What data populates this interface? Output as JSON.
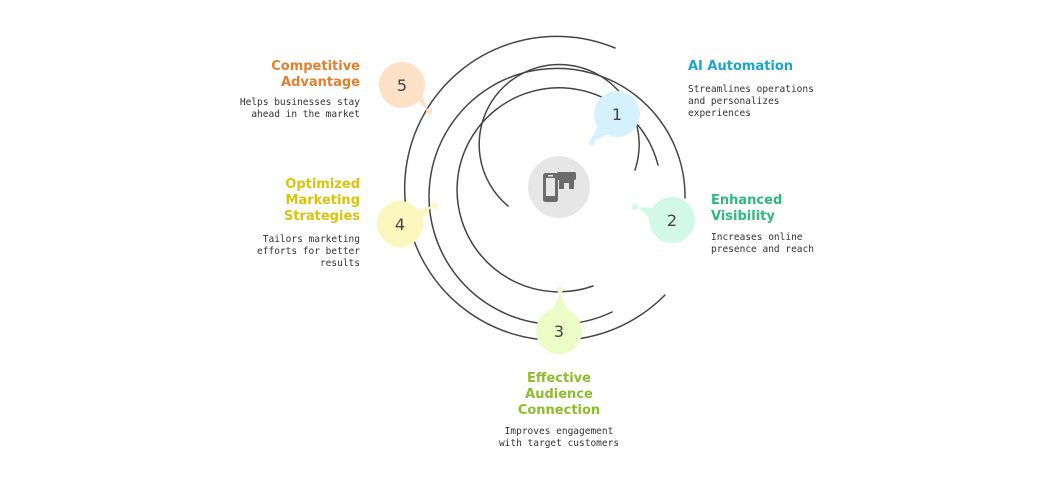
{
  "center_icon": "mobile-store-icon",
  "items": [
    {
      "number": "1",
      "title_lines": [
        "AI Automation"
      ],
      "desc_lines": [
        "Streamlines operations",
        "and personalizes",
        "experiences"
      ],
      "color": "#1aa5cf",
      "bubble_color": "#d5f1fb"
    },
    {
      "number": "2",
      "title_lines": [
        "Enhanced",
        "Visibility"
      ],
      "desc_lines": [
        "Increases online",
        "presence and reach"
      ],
      "color": "#2fba7b",
      "bubble_color": "#d2f8ea"
    },
    {
      "number": "3",
      "title_lines": [
        "Effective",
        "Audience",
        "Connection"
      ],
      "desc_lines": [
        "Improves engagement",
        "with target customers"
      ],
      "color": "#8dbd2e",
      "bubble_color": "#ecfcc7"
    },
    {
      "number": "4",
      "title_lines": [
        "Optimized",
        "Marketing",
        "Strategies"
      ],
      "desc_lines": [
        "Tailors marketing",
        "efforts for better",
        "results"
      ],
      "color": "#dcc20c",
      "bubble_color": "#fcf6bf"
    },
    {
      "number": "5",
      "title_lines": [
        "Competitive",
        "Advantage"
      ],
      "desc_lines": [
        "Helps businesses stay",
        "ahead in the market"
      ],
      "color": "#e0812f",
      "bubble_color": "#fde0c6"
    }
  ]
}
